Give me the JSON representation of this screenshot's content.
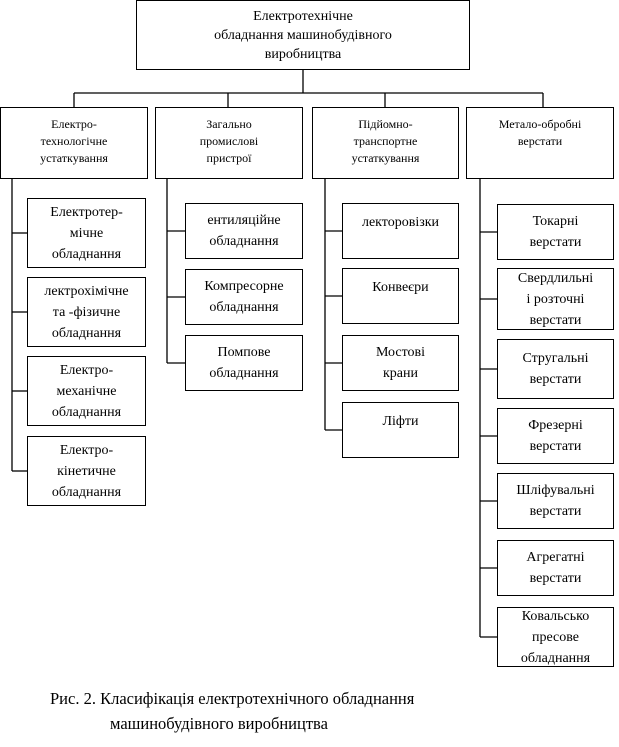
{
  "root": "Електротехнічне\nобладнання машинобудівного\nвиробництва",
  "categories": [
    {
      "label": "Електро-\nтехнологічне\nустаткування",
      "items": [
        "Електротер-\nмічне\nобладнання",
        "лектрохімічне\nта -фізичне\nобладнання",
        "Електро-\nмеханічне\nобладнання",
        "Електро-\nкінетичне\nобладнання"
      ]
    },
    {
      "label": "Загально\nпромислові\nпристрої",
      "items": [
        "ентиляційне\nобладнання",
        "Компресорне\nобладнання",
        "Помпове\nобладнання"
      ]
    },
    {
      "label": "Підйомно-\nтранспортне\nустаткування",
      "items": [
        "лекторовізки",
        "Конвеєри",
        "Мостові\nкрани",
        "Ліфти"
      ]
    },
    {
      "label": "Метало-обробні\nверстати",
      "items": [
        "Токарні\nверстати",
        "Свердлильні\nі розточні\nверстати",
        "Стругальні\nверстати",
        "Фрезерні\nверстати",
        "Шліфувальні\nверстати",
        "Агрегатні\nверстати",
        "Ковальсько\nпресове\nобладнання"
      ]
    }
  ],
  "caption": {
    "line1": "Рис. 2. Класифікація електротехнічного обладнання",
    "line2": "машинобудівного виробництва"
  }
}
